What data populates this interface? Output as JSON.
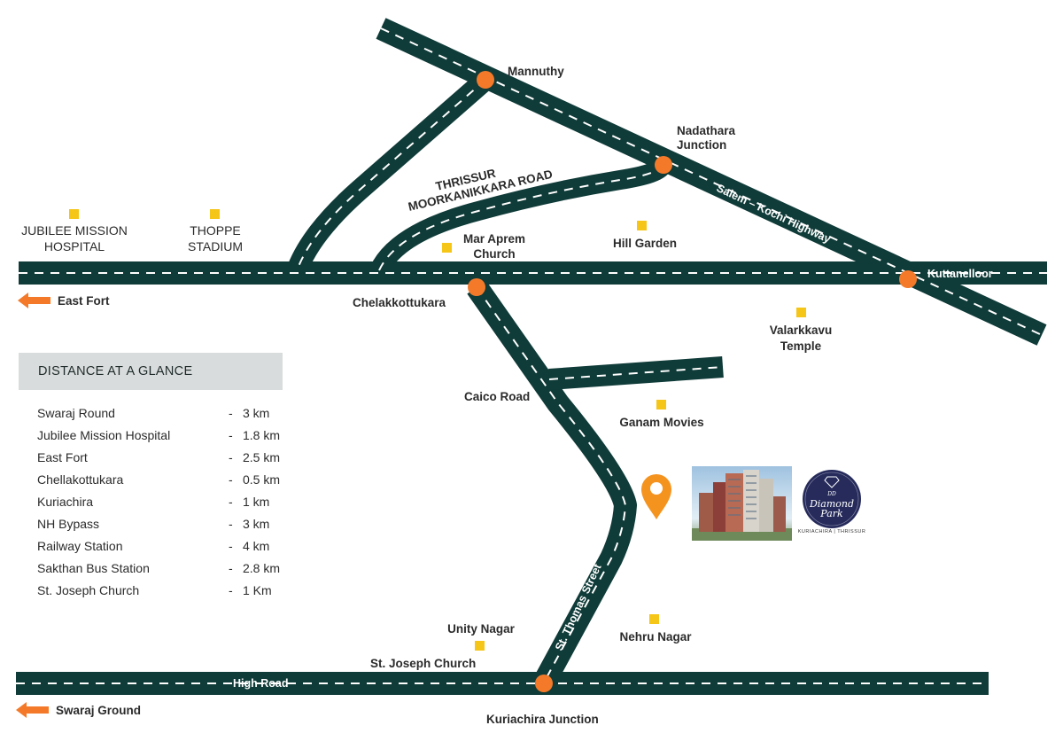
{
  "map": {
    "colors": {
      "road": "#0f3b38",
      "junction": "#f47a2a",
      "landmark": "#f5c518",
      "arrow": "#f47a2a"
    },
    "roads": {
      "highway": "Salem – Kochi Highway",
      "moorkanikkara_line1": "THRISSUR",
      "moorkanikkara_line2": "MOORKANIKKARA ROAD",
      "st_thomas": "St. Thomas Street",
      "high_road": "High Road"
    },
    "junctions": {
      "mannuthy": "Mannuthy",
      "nadathara_line1": "Nadathara",
      "nadathara_line2": "Junction",
      "kuttanelloor": "Kuttanelloor",
      "chelakkottukara": "Chelakkottukara",
      "kuriachira": "Kuriachira Junction"
    },
    "landmarks": {
      "jubilee_line1": "JUBILEE MISSION",
      "jubilee_line2": "HOSPITAL",
      "thoppe_line1": "THOPPE",
      "thoppe_line2": "STADIUM",
      "mar_aprem_line1": "Mar Aprem",
      "mar_aprem_line2": "Church",
      "hill_garden": "Hill Garden",
      "valarkkavu_line1": "Valarkkavu",
      "valarkkavu_line2": "Temple",
      "ganam": "Ganam Movies",
      "unity_nagar": "Unity Nagar",
      "st_joseph": "St. Joseph Church",
      "nehru_nagar": "Nehru Nagar",
      "caico_road": "Caico  Road"
    },
    "directions": {
      "east_fort": "East Fort",
      "swaraj_ground": "Swaraj Ground"
    }
  },
  "distances": {
    "title": "DISTANCE AT A GLANCE",
    "separator": "-",
    "rows": [
      {
        "name": "Swaraj Round",
        "value": "3 km"
      },
      {
        "name": "Jubilee Mission Hospital",
        "value": "1.8 km"
      },
      {
        "name": "East Fort",
        "value": "2.5 km"
      },
      {
        "name": "Chellakottukara",
        "value": "0.5 km"
      },
      {
        "name": "Kuriachira",
        "value": "1 km"
      },
      {
        "name": "NH Bypass",
        "value": "3 km"
      },
      {
        "name": "Railway Station",
        "value": "4 km"
      },
      {
        "name": "Sakthan Bus Station",
        "value": "2.8 km"
      },
      {
        "name": "St. Joseph Church",
        "value": "1 Km"
      }
    ]
  },
  "project": {
    "logo_line1": "DD",
    "logo_line2": "Diamond",
    "logo_line3": "Park",
    "logo_subtitle": "KURIACHIRA | THRISSUR"
  }
}
